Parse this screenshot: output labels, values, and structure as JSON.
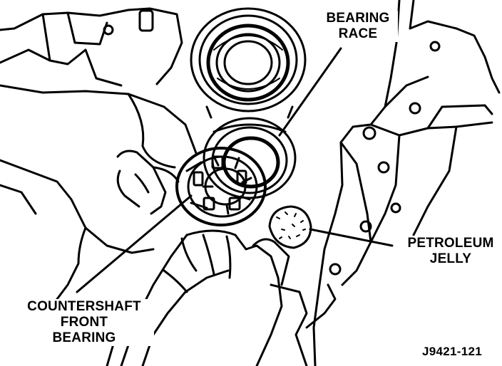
{
  "labels": {
    "bearing_race": [
      "BEARING",
      "RACE"
    ],
    "petroleum_jelly": [
      "PETROLEUM",
      "JELLY"
    ],
    "countershaft_front_bearing": [
      "COUNTERSHAFT",
      "FRONT",
      "BEARING"
    ]
  },
  "figure_id": "J9421-121",
  "colors": {
    "ink": "#000000",
    "paper": "#ffffff"
  }
}
